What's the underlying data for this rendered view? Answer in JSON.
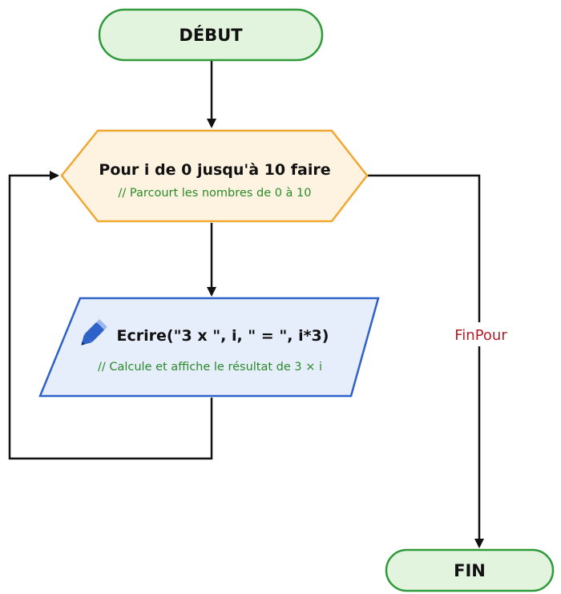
{
  "flowchart": {
    "start": {
      "label": "DÉBUT"
    },
    "loop": {
      "label": "Pour i de 0 jusqu'à 10 faire",
      "comment": "// Parcourt les nombres de 0 à 10"
    },
    "output": {
      "label": "Ecrire(\"3 x \", i, \" = \", i*3)",
      "comment": "// Calcule et affiche le résultat de 3 × i",
      "icon": "pencil-icon"
    },
    "exit_edge": {
      "label": "FinPour"
    },
    "end": {
      "label": "FIN"
    }
  },
  "colors": {
    "terminal_fill": "#e3f4de",
    "terminal_stroke": "#2e9a3a",
    "loop_fill": "#fdf3e0",
    "loop_stroke": "#f0a830",
    "io_fill": "#e6eefb",
    "io_stroke": "#2f62c8",
    "comment_text": "#2a8a2a",
    "edge_label_text": "#b3202a",
    "line": "#111111"
  }
}
